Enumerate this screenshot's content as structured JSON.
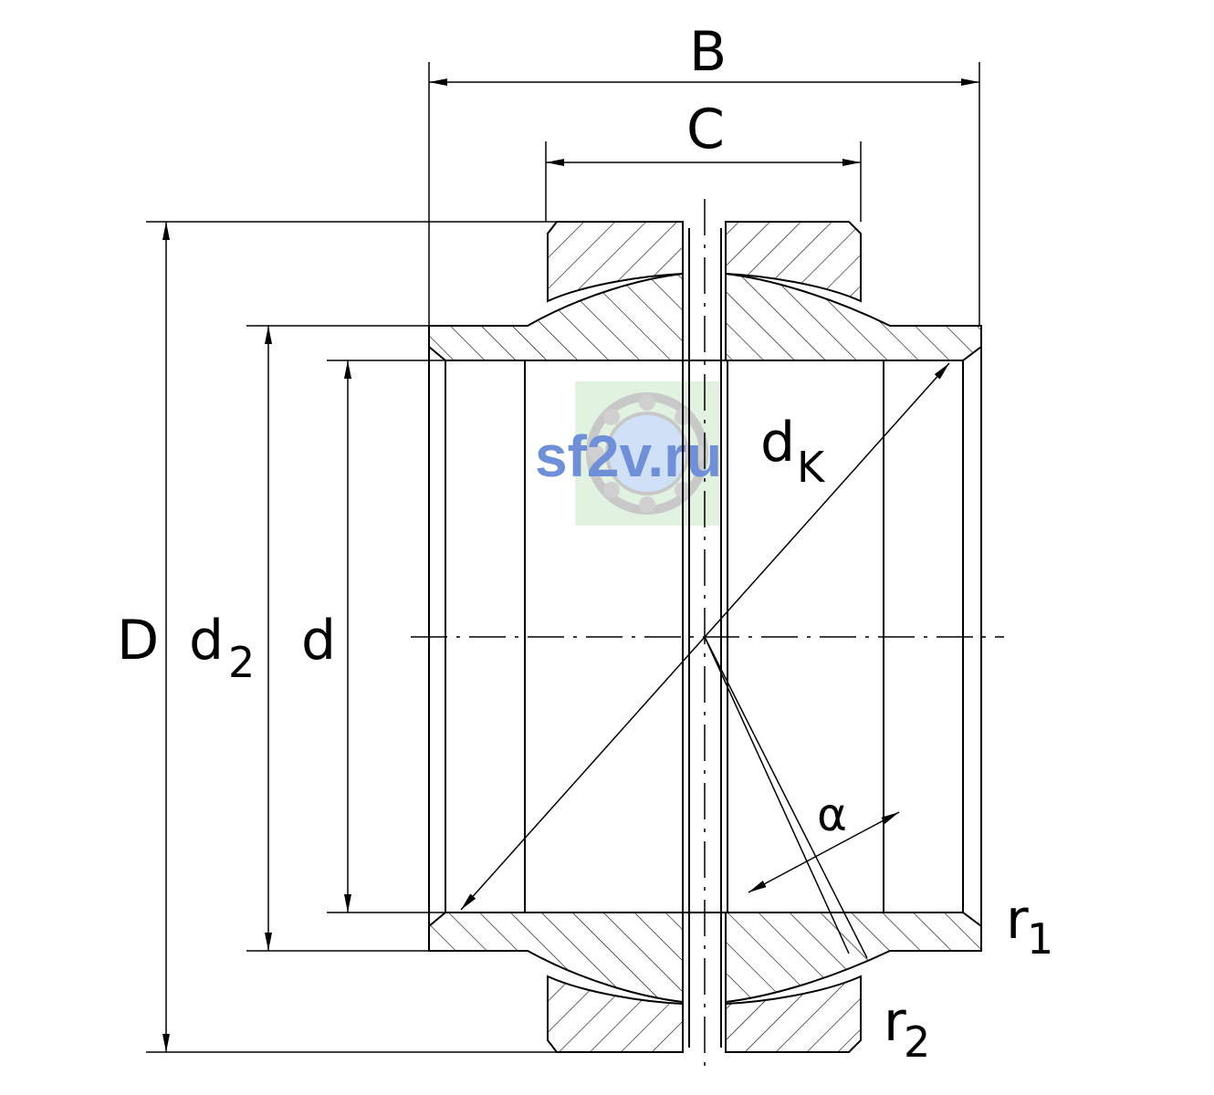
{
  "labels": {
    "B": "B",
    "C": "C",
    "D": "D",
    "d2_main": "d",
    "d2_sub": "2",
    "d": "d",
    "dk_main": "d",
    "dk_sub": "K",
    "alpha": "α",
    "r1_main": "r",
    "r1_sub": "1",
    "r2_main": "r",
    "r2_sub": "2"
  },
  "watermark": {
    "text": "sf2v.ru",
    "text_color": "#6f8fd8",
    "background": "#d9efd9"
  }
}
